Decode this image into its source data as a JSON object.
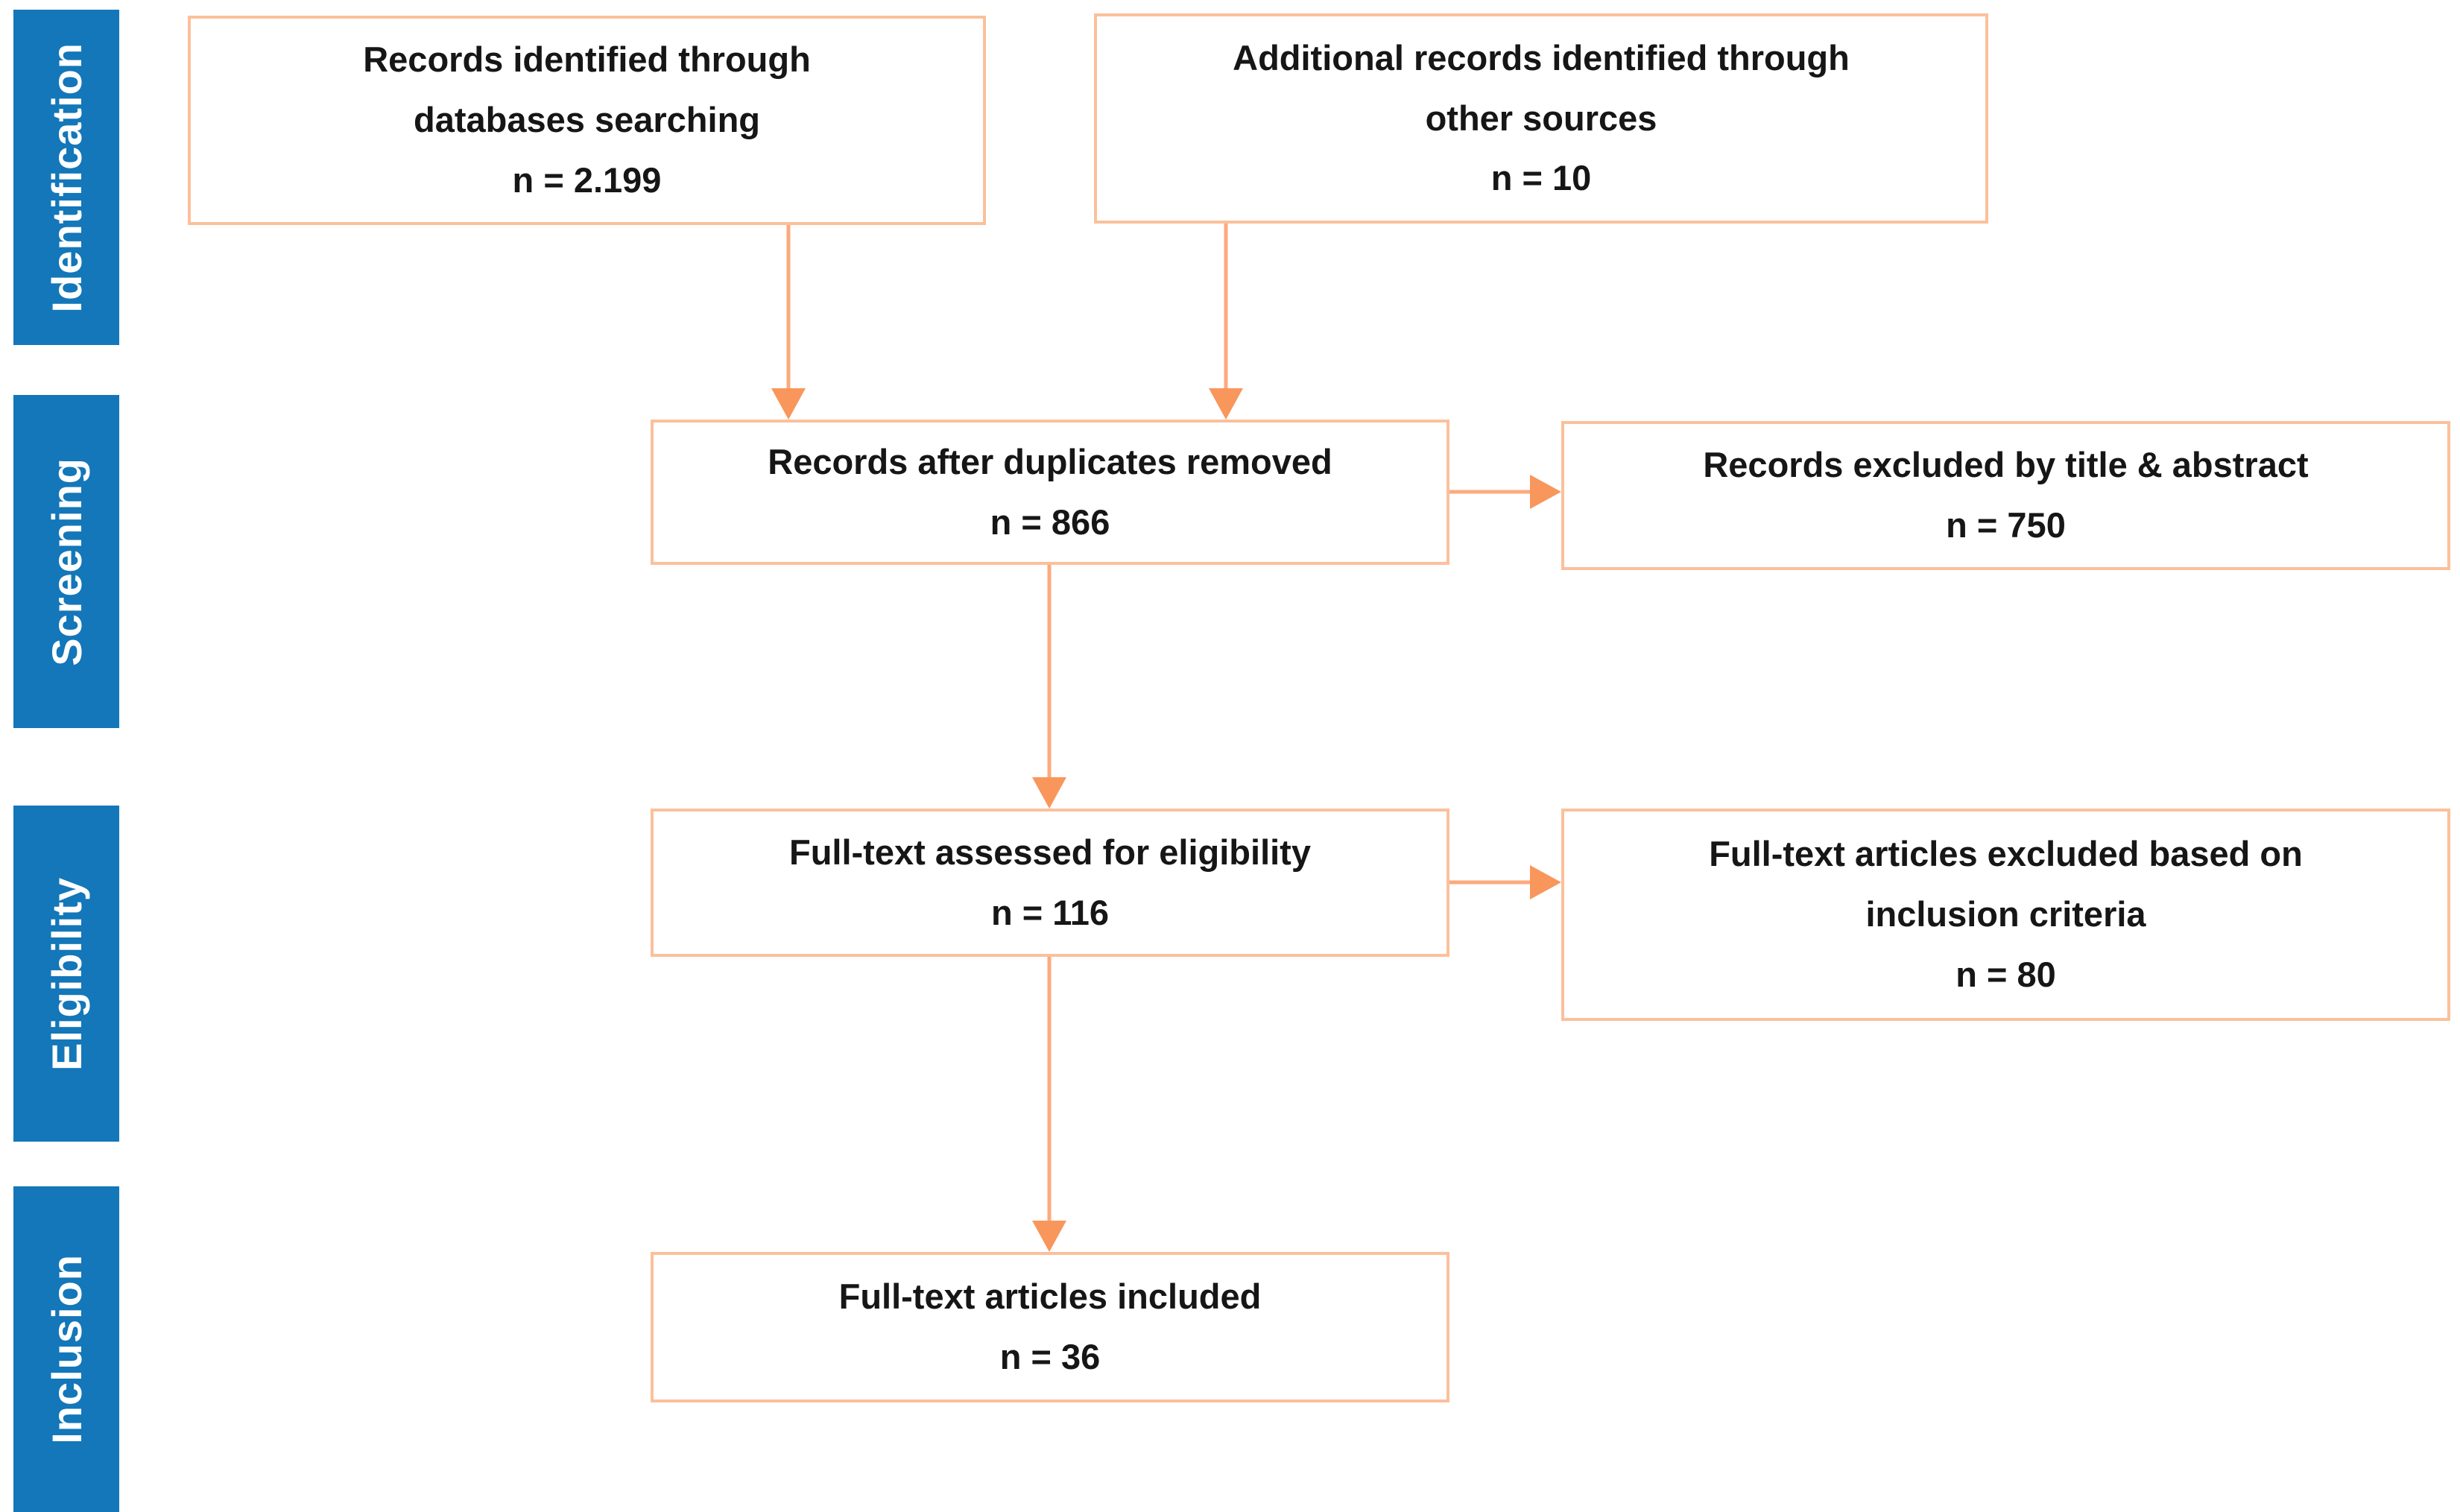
{
  "diagram": {
    "type": "prisma-flowchart",
    "colors": {
      "bar_blue": "#1377b9",
      "bar_text": "#ffffff",
      "box_border": "#fbc09b",
      "arrow": "#fcaa7d",
      "arrow_head": "#f9965c",
      "text": "#161616",
      "bg": "#ffffff"
    },
    "stages": [
      {
        "label": "Identification"
      },
      {
        "label": "Screening"
      },
      {
        "label": "Eligibility"
      },
      {
        "label": "Inclusion"
      }
    ],
    "boxes": [
      {
        "name": "records-identified-databases",
        "lines": [
          "Records identified through",
          "databases searching",
          "n = 2.199"
        ]
      },
      {
        "name": "additional-records-other-sources",
        "lines": [
          "Additional records identified through",
          "other sources",
          "n = 10"
        ]
      },
      {
        "name": "records-after-duplicates",
        "lines": [
          "Records after duplicates removed",
          "n = 866"
        ]
      },
      {
        "name": "records-excluded-title-abstract",
        "lines": [
          "Records excluded by title & abstract",
          "n = 750"
        ]
      },
      {
        "name": "fulltext-assessed-eligibility",
        "lines": [
          "Full-text assessed for eligibility",
          "n = 116"
        ]
      },
      {
        "name": "fulltext-excluded-inclusion-criteria",
        "lines": [
          "Full-text articles excluded based on",
          "inclusion criteria",
          "n = 80"
        ]
      },
      {
        "name": "fulltext-articles-included",
        "lines": [
          "Full-text articles included",
          "n = 36"
        ]
      }
    ]
  }
}
